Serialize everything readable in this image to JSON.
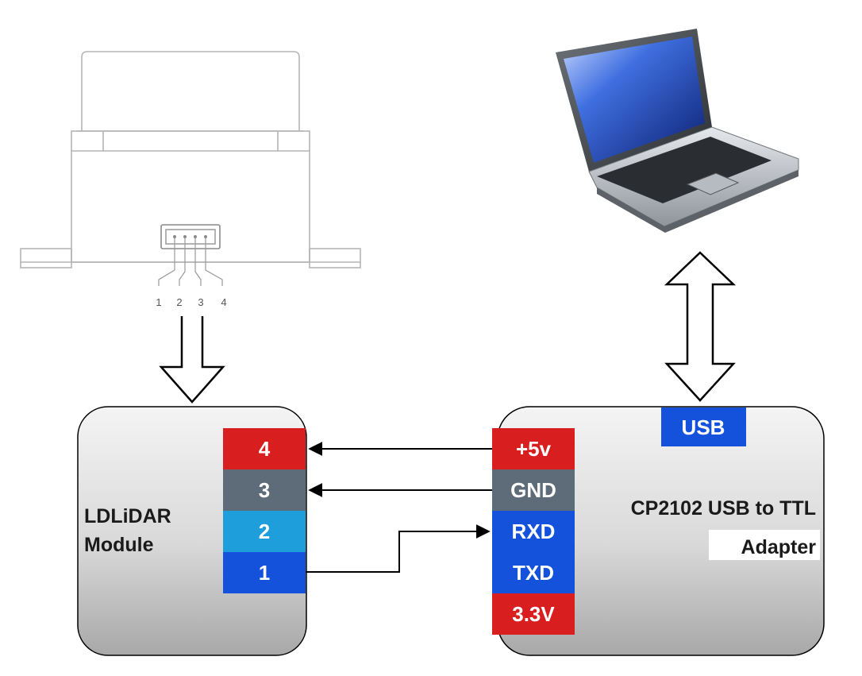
{
  "lidar_connector_pins": [
    "1",
    "2",
    "3",
    "4"
  ],
  "lidar_module": {
    "label_line1": "LDLiDAR",
    "label_line2": "Module",
    "pins": [
      {
        "label": "4",
        "color": "#d81e1e"
      },
      {
        "label": "3",
        "color": "#5e6b78"
      },
      {
        "label": "2",
        "color": "#1e9fdc"
      },
      {
        "label": "1",
        "color": "#1452dc"
      }
    ]
  },
  "adapter": {
    "label_line1": "CP2102 USB to TTL",
    "label_line2": "Adapter",
    "usb_label": "USB",
    "usb_color": "#1452dc",
    "pins": [
      {
        "label": "+5v",
        "color": "#d81e1e"
      },
      {
        "label": "GND",
        "color": "#5e6b78"
      },
      {
        "label": "RXD",
        "color": "#1452dc"
      },
      {
        "label": "TXD",
        "color": "#1452dc"
      },
      {
        "label": "3.3V",
        "color": "#d81e1e"
      }
    ]
  },
  "connections": [
    {
      "from": "+5v",
      "to": "4"
    },
    {
      "from": "GND",
      "to": "3"
    },
    {
      "from": "1",
      "to": "RXD"
    }
  ]
}
